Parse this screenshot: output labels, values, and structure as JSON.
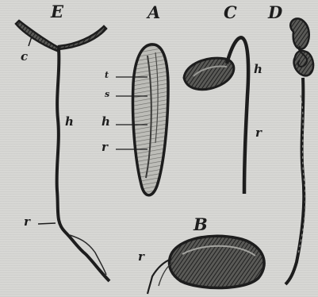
{
  "figures": {
    "A": {
      "letter": "A",
      "labels": {
        "t": "t",
        "s": "s",
        "h": "h",
        "r": "r"
      }
    },
    "B": {
      "letter": "B",
      "labels": {
        "r": "r"
      }
    },
    "C": {
      "letter": "C",
      "labels": {
        "h": "h",
        "r": "r"
      }
    },
    "D": {
      "letter": "D"
    },
    "E": {
      "letter": "E",
      "labels": {
        "c": "c",
        "h": "h",
        "r": "r"
      }
    }
  },
  "colors": {
    "ink": "#1d1d1d",
    "paper": "#d7d7d4",
    "seed_dark": "#2e2e2e",
    "seed_mid": "#6a6a66"
  }
}
